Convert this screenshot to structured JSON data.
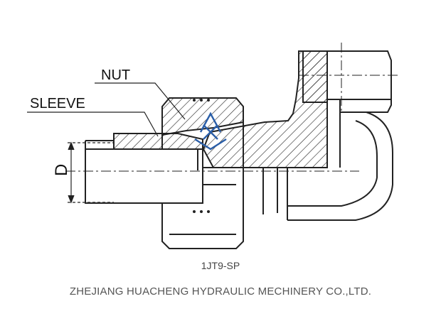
{
  "labels": {
    "nut": "NUT",
    "sleeve": "SLEEVE",
    "diameter": "D"
  },
  "caption": {
    "model": "1JT9-SP",
    "company": "ZHEJIANG HUACHENG HYDRAULIC MECHINERY CO.,LTD."
  },
  "colors": {
    "line": "#222222",
    "watermark": "#2a5ea8"
  }
}
